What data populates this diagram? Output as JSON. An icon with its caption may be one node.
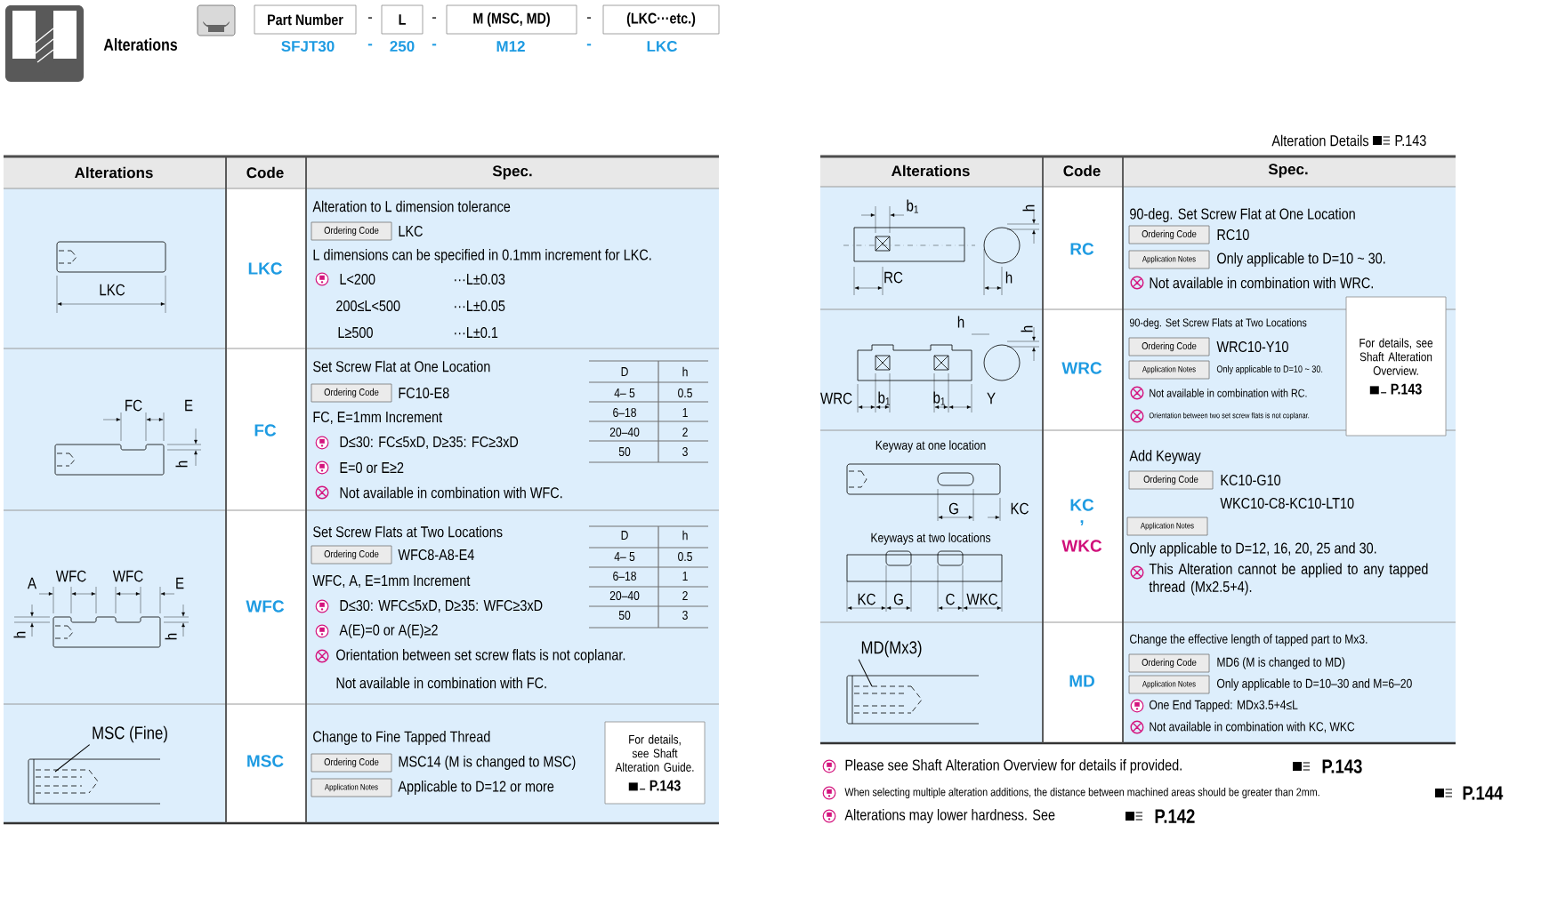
{
  "diagram": {
    "title": "Alterations",
    "nodes": [
      {
        "text": [
          "Part Number"
        ]
      },
      {
        "text": [
          "L"
        ]
      },
      {
        "text": [
          "M (MSC, MD)"
        ]
      },
      {
        "text": [
          "(LKC···etc.)"
        ]
      },
      {
        "text": [
          "For details, see Shaft Alteration Guide.",
          "P.143"
        ]
      },
      {
        "text": [
          "For details, see Shaft Alteration Overview.",
          "P.143"
        ]
      },
      {
        "text": [
          "Ordering Code"
        ]
      },
      {
        "text": [
          "Ordering Code"
        ]
      },
      {
        "text": [
          "Ordering Code"
        ]
      },
      {
        "text": [
          "Ordering Code"
        ]
      },
      {
        "text": [
          "Ordering Code"
        ]
      },
      {
        "text": [
          "Ordering Code"
        ]
      },
      {
        "text": [
          "Ordering Code"
        ]
      },
      {
        "text": [
          "Ordering Code"
        ]
      },
      {
        "text": [
          "Application Notes"
        ]
      },
      {
        "text": [
          "Application Notes"
        ]
      },
      {
        "text": [
          "Application Notes"
        ]
      },
      {
        "text": [
          "Application Notes"
        ]
      },
      {
        "text": [
          "Application Notes"
        ]
      },
      {
        "text": [
          "MSC (Fine)"
        ]
      },
      {
        "text": [
          "MD(Mx3)"
        ]
      }
    ],
    "edges": [
      {
        "from": 19,
        "to": null,
        "arrow": "none"
      },
      {
        "from": 20,
        "to": null,
        "arrow": "none"
      }
    ],
    "labels": [
      "-",
      "-",
      "-",
      "SFJT30",
      "-",
      "250",
      "-",
      "M12",
      "-",
      "LKC",
      "Alterations",
      "Code",
      "Spec.",
      "LKC",
      "LKC",
      "Alteration to L dimension tolerance",
      "LKC",
      "L dimensions can be specified in 0.1mm increment for LKC.",
      "L<200",
      "···L±0.03",
      "200≤L<500",
      "···L±0.05",
      "L≥500",
      "···L±0.1",
      "FC",
      "E",
      "h",
      "FC",
      "Set Screw Flat at One Location",
      "FC10-E8",
      "FC, E=1mm Increment",
      "D≤30: FC≤5xD, D≥35: FC≥3xD",
      "E=0 or E≥2",
      "Not available in combination with WFC.",
      "D",
      "h",
      "4– 5",
      "0.5",
      "6–18",
      "1",
      "20–40",
      "2",
      "50",
      "3",
      "A",
      "WFC",
      "WFC",
      "E",
      "h",
      "h",
      "WFC",
      "Set Screw Flats at Two Locations",
      "WFC8-A8-E4",
      "WFC, A, E=1mm Increment",
      "D≤30: WFC≤5xD, D≥35: WFC≥3xD",
      "A(E)=0 or A(E)≥2",
      "Orientation between set screw flats is not coplanar.",
      "Not available in combination with FC.",
      "D",
      "h",
      "4– 5",
      "0.5",
      "6–18",
      "1",
      "20–40",
      "2",
      "50",
      "3",
      "MSC",
      "Change to Fine Tapped Thread",
      "MSC14 (M is changed to MSC)",
      "Applicable to D=12 or more",
      "Alteration Details",
      "P.143",
      "Alterations",
      "Code",
      "Spec.",
      "b$_{1}$",
      "h",
      "RC",
      "h",
      "RC",
      "90-deg. Set Screw Flat at One Location",
      "RC10",
      "Only applicable to D=10 ~ 30.",
      "Not available in combination with WRC.",
      "h",
      "h",
      "WRC",
      "b$_{1}$",
      "b$_{1}$",
      "Y",
      "WRC",
      "90-deg. Set Screw Flats at Two Locations",
      "WRC10-Y10",
      "Only applicable to D=10 ~ 30.",
      "Not available in combination with RC.",
      "Orientation between two set screw flats is not coplanar.",
      "Keyway at one location",
      "G",
      "KC",
      "Keyways at two locations",
      "KC",
      "G",
      "C",
      "WKC",
      "KC",
      ",",
      "WKC",
      "Add Keyway",
      "KC10-G10",
      "WKC10-C8-KC10-LT10",
      "Only applicable to D=12, 16, 20, 25 and 30.",
      "This Alteration cannot be applied to any tapped thread (Mx2.5+4).",
      "MD",
      "Change the effective length of tapped part to Mx3.",
      "MD6 (M is changed to MD)",
      "Only applicable to D=10–30 and M=6–20",
      "One End Tapped: MDx3.5+4≤L",
      "Not available in combination with KC, WKC",
      "Please see Shaft Alteration Overview for details if provided.",
      "P.143",
      "When selecting multiple alteration additions, the distance between machined areas should be greater than 2mm.",
      "P.144",
      "Alterations may lower hardness. See",
      "P.142"
    ]
  }
}
